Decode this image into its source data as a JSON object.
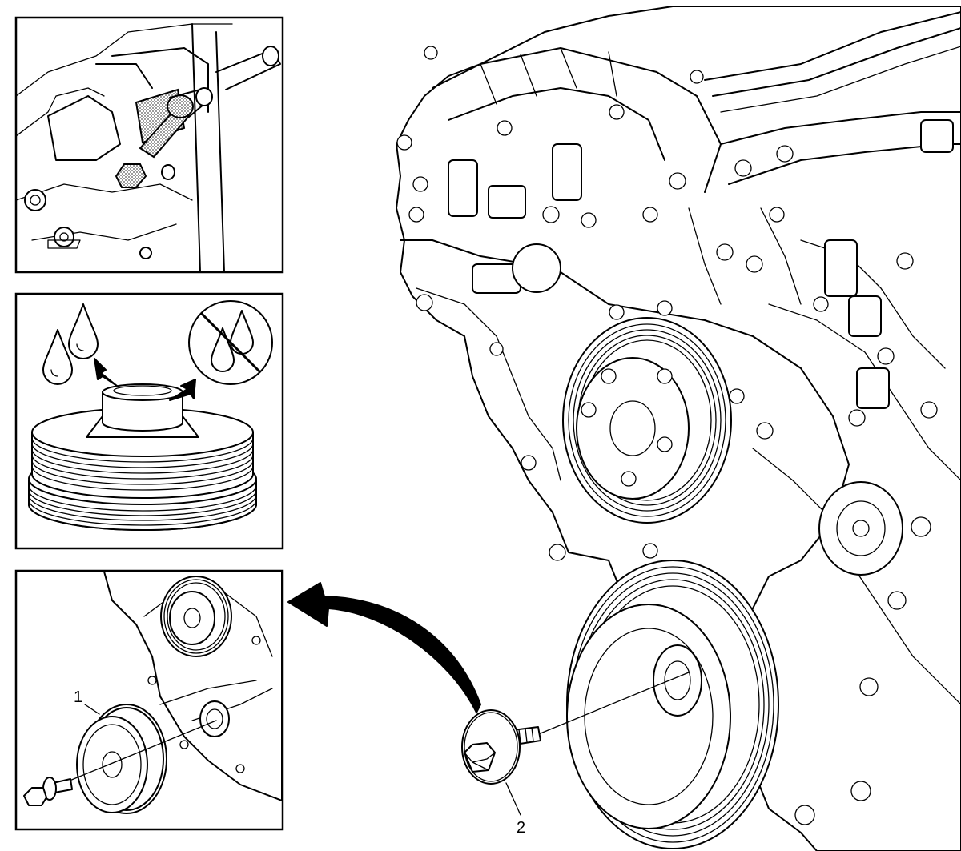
{
  "callouts": {
    "label_1": "1",
    "label_2": "2"
  },
  "panels": [
    {
      "name": "tool-detail"
    },
    {
      "name": "lubrication-detail"
    },
    {
      "name": "overview-detail"
    }
  ],
  "icons": {
    "oil_drops": "oil-drop-icon",
    "no_oil": "no-oil-prohibition-icon",
    "arrow": "direction-arrow-icon"
  },
  "colors": {
    "line": "#000000",
    "background": "#ffffff",
    "shading": "#8a8a8a"
  }
}
